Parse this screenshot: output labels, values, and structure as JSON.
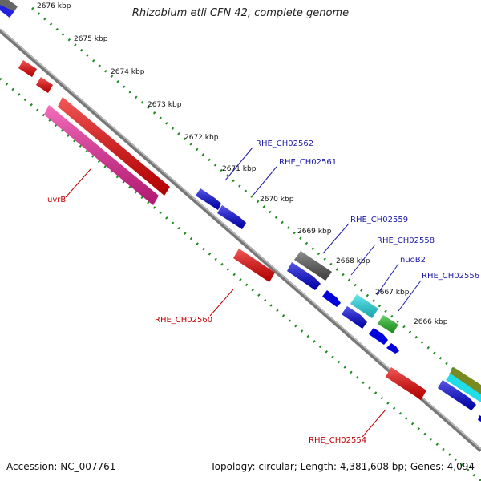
{
  "title": "Rhizobium etli CFN 42, complete genome",
  "footer": {
    "accession": "Accession: NC_007761",
    "summary": "Topology: circular; Length: 4,381,608 bp; Genes: 4,094"
  },
  "colors": {
    "backbone": "#808080",
    "tick": "#1f8a1f",
    "label_blue": "#1a1aa8",
    "label_red": "#c00000"
  },
  "kbp_ticks": [
    "2676 kbp",
    "2675 kbp",
    "2674 kbp",
    "2673 kbp",
    "2672 kbp",
    "2671 kbp",
    "2670 kbp",
    "2669 kbp",
    "2668 kbp",
    "2667 kbp",
    "2666 kbp"
  ],
  "gene_labels": [
    {
      "name": "RHE_CH02562",
      "color": "#1a1aa8"
    },
    {
      "name": "RHE_CH02561",
      "color": "#1a1aa8"
    },
    {
      "name": "RHE_CH02559",
      "color": "#1a1aa8"
    },
    {
      "name": "RHE_CH02558",
      "color": "#1a1aa8"
    },
    {
      "name": "nuoB2",
      "color": "#1a1aa8"
    },
    {
      "name": "RHE_CH02556",
      "color": "#1a1aa8"
    },
    {
      "name": "uvrB",
      "color": "#c00000"
    },
    {
      "name": "RHE_CH02560",
      "color": "#c00000"
    },
    {
      "name": "RHE_CH02554",
      "color": "#c00000"
    }
  ]
}
